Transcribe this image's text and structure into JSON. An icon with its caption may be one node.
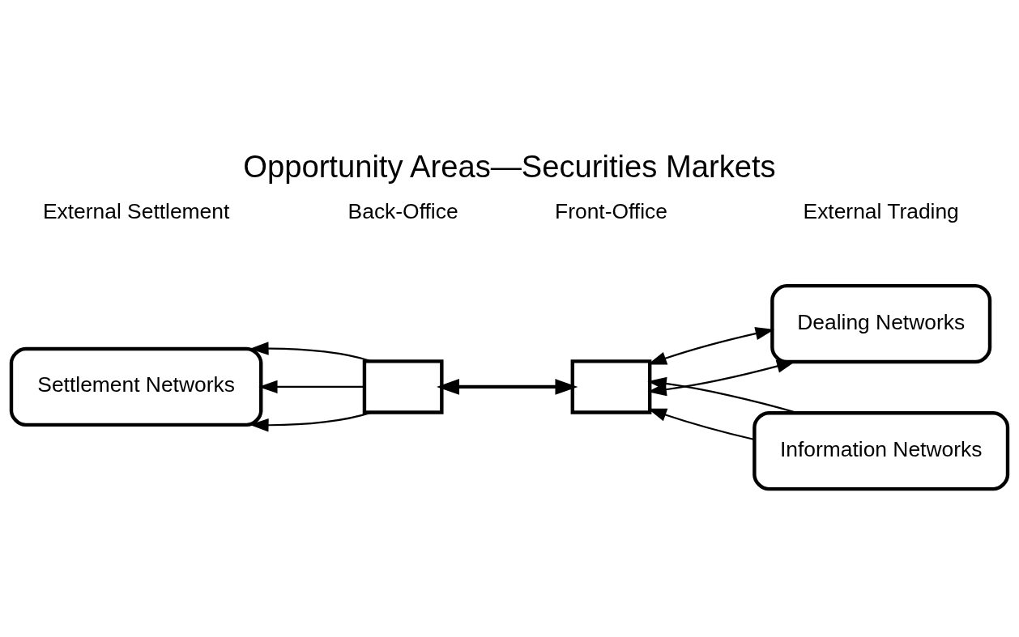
{
  "diagram": {
    "title": "Opportunity Areas—Securities Markets",
    "nodes": [
      {
        "text": [
          "Settlement Networks"
        ]
      },
      {
        "text": [],
        "shape": "box"
      },
      {
        "text": [],
        "shape": "box"
      },
      {
        "text": [
          "Dealing Networks"
        ]
      },
      {
        "text": [
          "Information Networks"
        ]
      }
    ],
    "edges": [
      {
        "from": 1,
        "to": 0,
        "arrow": "to"
      },
      {
        "from": 1,
        "to": 0,
        "arrow": "to"
      },
      {
        "from": 1,
        "to": 0,
        "arrow": "to"
      },
      {
        "from": 1,
        "to": 2,
        "arrow": "both",
        "style": "thick"
      },
      {
        "from": 2,
        "to": 3,
        "arrow": "both"
      },
      {
        "from": 2,
        "to": 3,
        "arrow": "both"
      },
      {
        "from": 4,
        "to": 2,
        "arrow": "to"
      },
      {
        "from": 4,
        "to": 2,
        "arrow": "to"
      }
    ],
    "labels": [
      "External Settlement",
      "Back-Office",
      "Front-Office",
      "External Trading"
    ]
  }
}
